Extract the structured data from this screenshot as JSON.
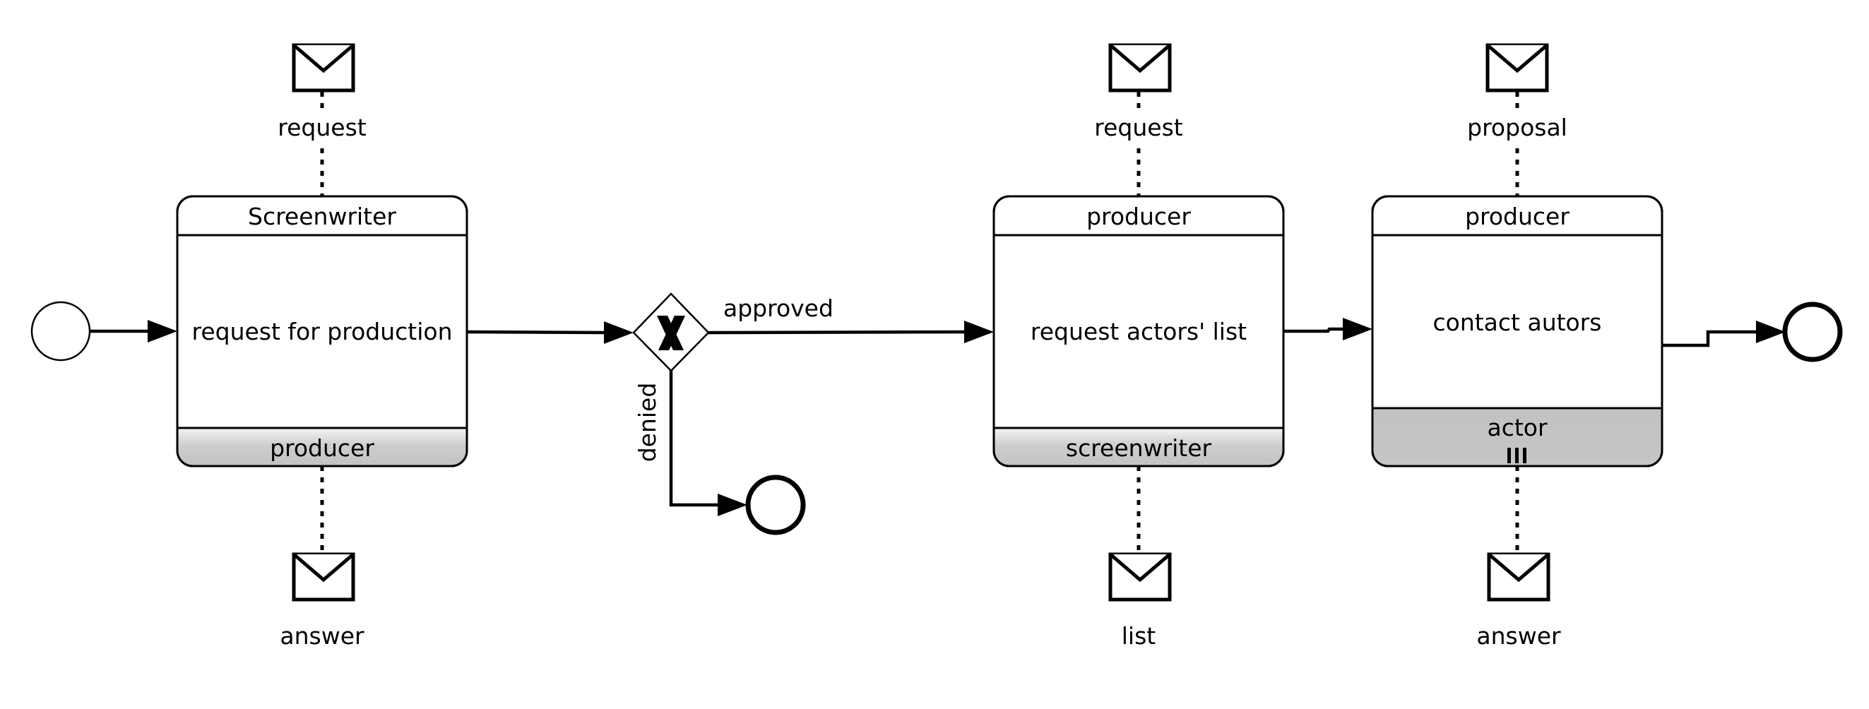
{
  "tasks": [
    {
      "top_participant": "Screenwriter",
      "name": "request for production",
      "bottom_participant": "producer",
      "multi_instance": false,
      "top_message": "request",
      "bottom_message": "answer"
    },
    {
      "top_participant": "producer",
      "name": "request actors' list",
      "bottom_participant": "screenwriter",
      "multi_instance": false,
      "top_message": "request",
      "bottom_message": "list"
    },
    {
      "top_participant": "producer",
      "name": "contact autors",
      "bottom_participant": "actor",
      "multi_instance": true,
      "top_message": "proposal",
      "bottom_message": "answer"
    }
  ],
  "gateway": {
    "type": "exclusive",
    "marker": "X",
    "approved_label": "approved",
    "denied_label": "denied"
  },
  "colors": {
    "stroke": "#000000",
    "band_fill_light": "#f4f4f4",
    "band_fill_dark": "#c4c4c4",
    "background": "#ffffff"
  },
  "icons": {
    "message": "envelope-icon",
    "start": "start-event-icon",
    "end": "end-event-icon"
  }
}
